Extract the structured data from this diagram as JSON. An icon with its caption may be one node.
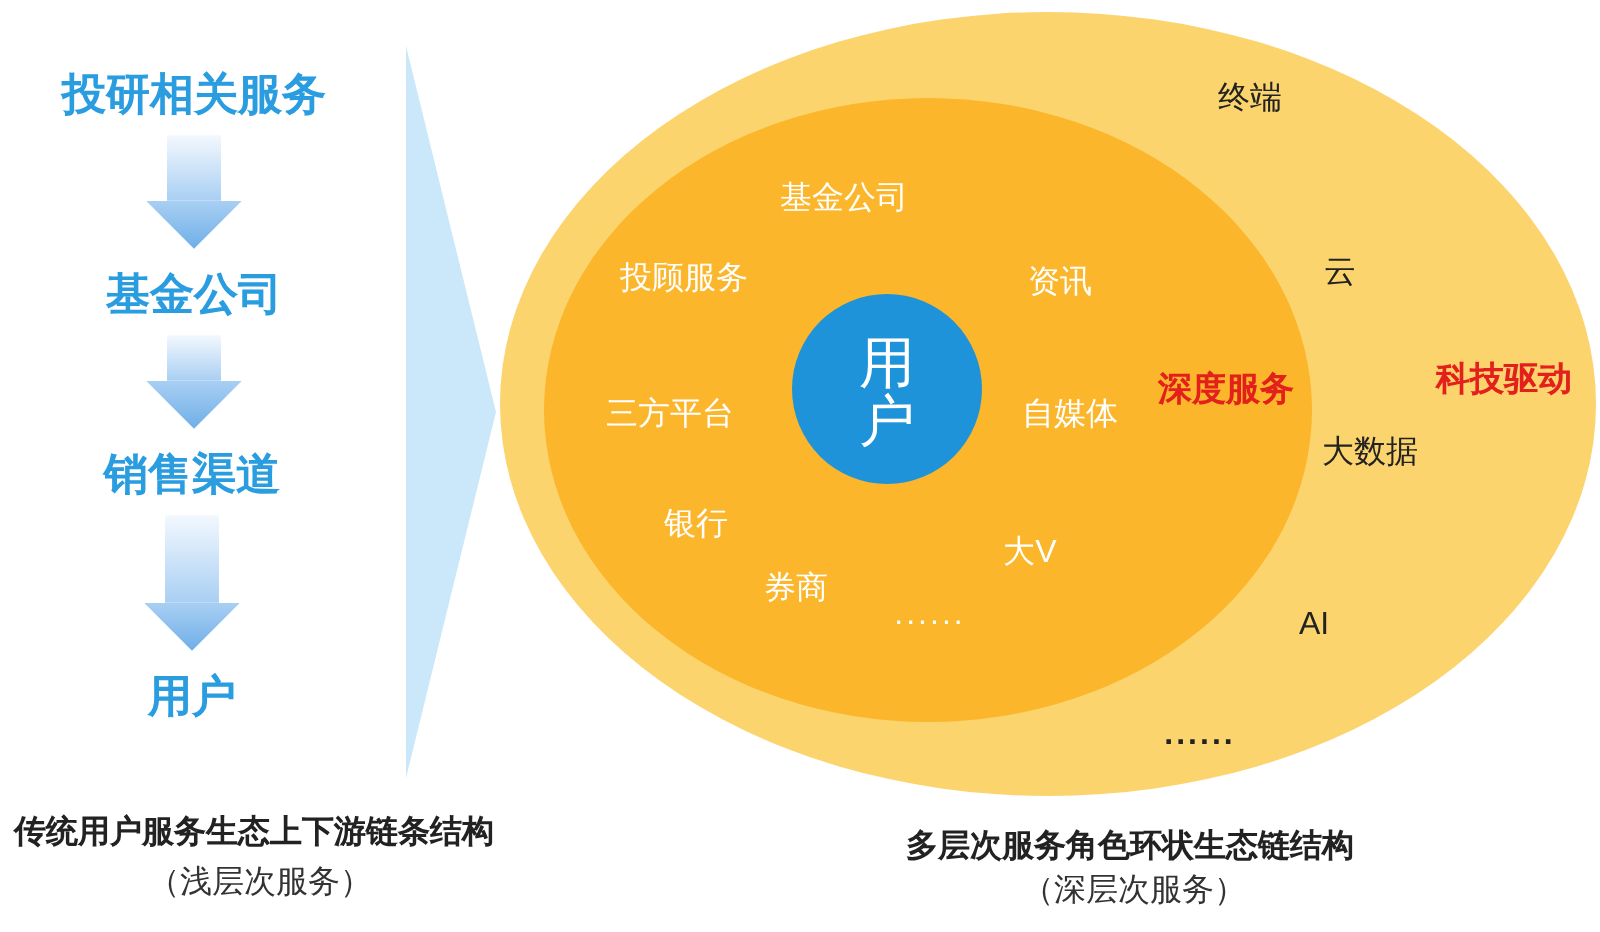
{
  "diagram": {
    "nodes": [
      {
        "text": [
          "投研相关服务"
        ]
      },
      {
        "text": [
          "基金公司"
        ]
      },
      {
        "text": [
          "销售渠道"
        ]
      },
      {
        "text": [
          "用户"
        ]
      },
      {
        "text": [
          "终端",
          "云",
          "科技驱动",
          "大数据",
          "AI",
          "......"
        ]
      },
      {
        "text": [
          "基金公司",
          "投顾服务",
          "资讯",
          "三方平台",
          "自媒体",
          "深度服务",
          "银行",
          "大V",
          "券商",
          "......"
        ],
        "in": 4
      },
      {
        "text": [
          "用户"
        ],
        "in": 5
      }
    ],
    "edges": [
      {
        "from": 0,
        "to": 1,
        "arrow": "to"
      },
      {
        "from": 1,
        "to": 2,
        "arrow": "to"
      },
      {
        "from": 2,
        "to": 3,
        "arrow": "to"
      }
    ],
    "labels": [
      "传统用户服务生态上下游链条结构",
      "（浅层次服务）",
      "多层次服务角色环状生态链结构",
      "（深层次服务）"
    ]
  }
}
